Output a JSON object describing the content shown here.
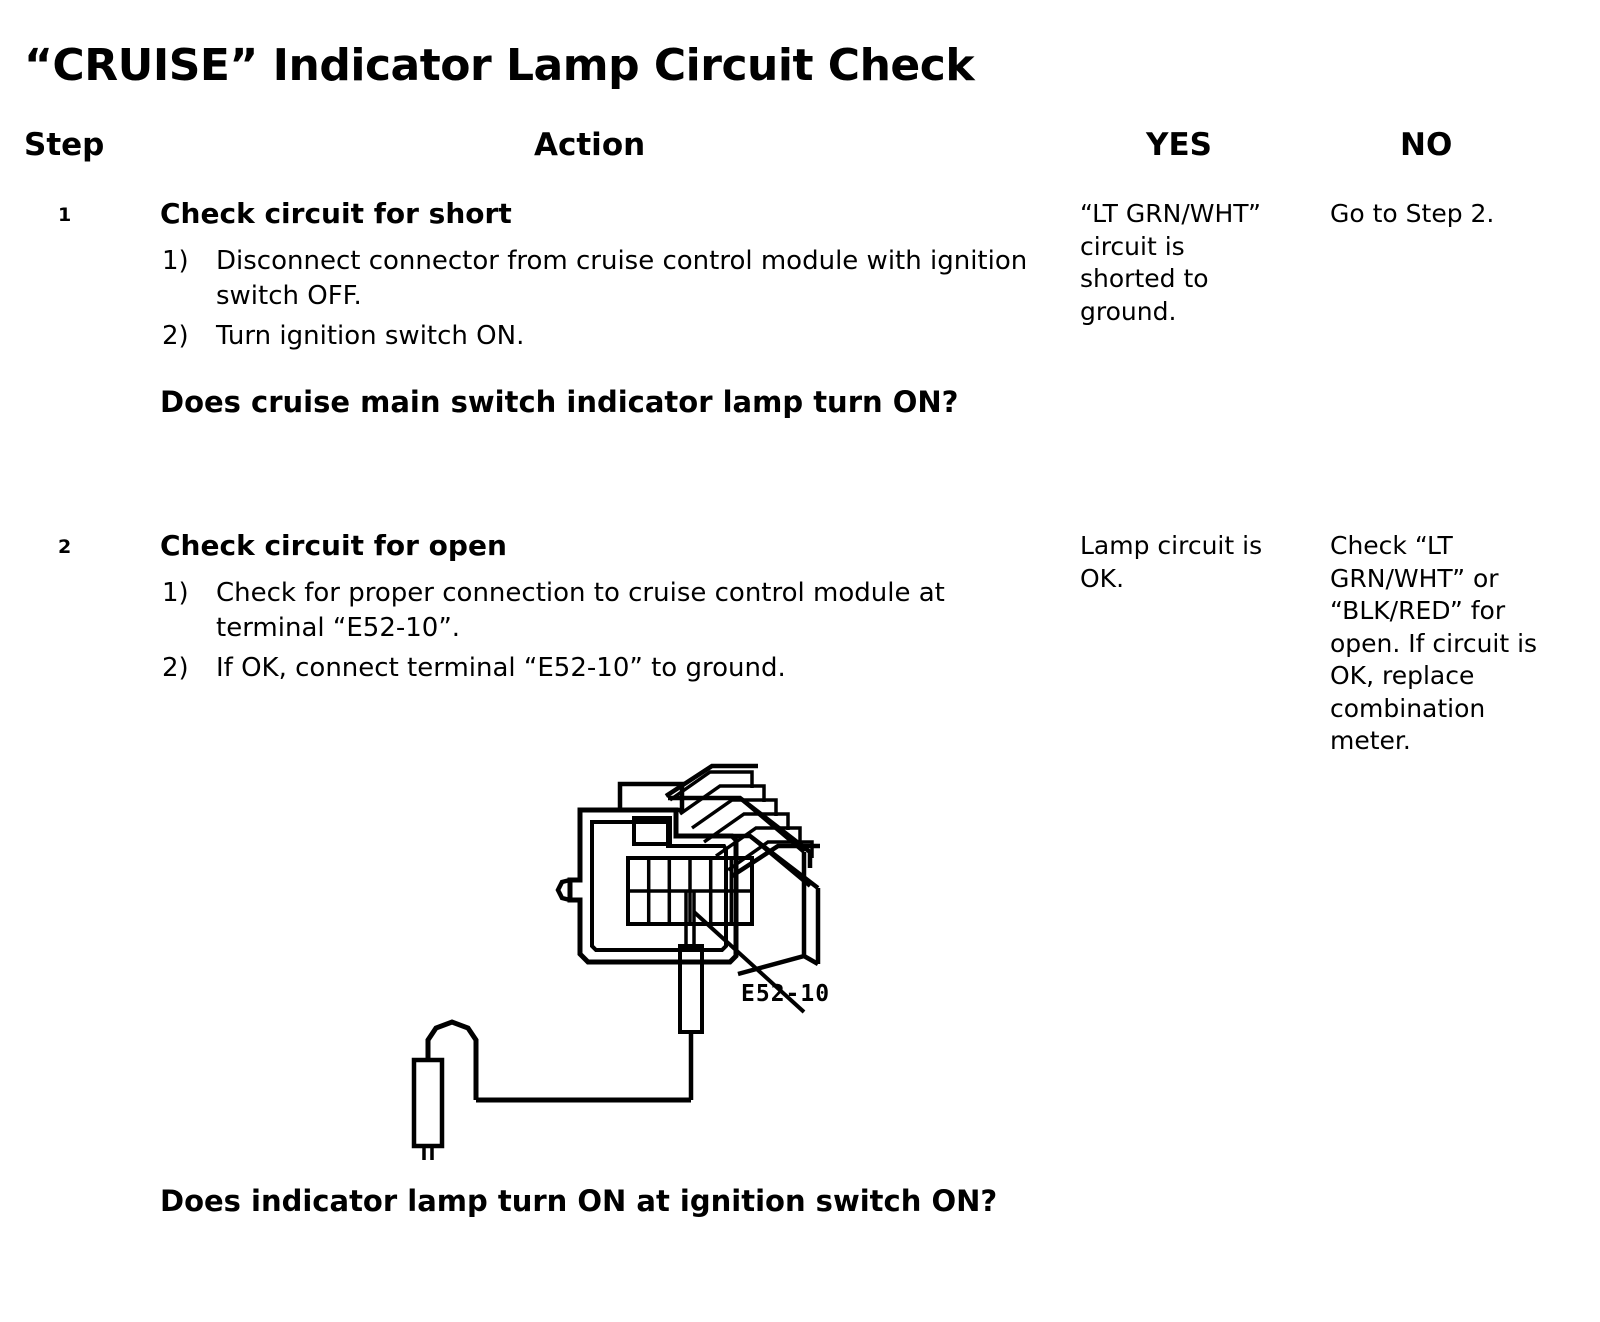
{
  "document": {
    "title": "“CRUISE” Indicator Lamp Circuit Check",
    "type": "diagnostic-flow-table"
  },
  "table": {
    "headers": {
      "step": "Step",
      "action": "Action",
      "yes": "YES",
      "no": "NO"
    },
    "rows": [
      {
        "step": "1",
        "action_title": "Check circuit for short",
        "substeps": [
          {
            "marker": "1)",
            "text": "Disconnect connector from cruise control module with ignition switch OFF."
          },
          {
            "marker": "2)",
            "text": "Turn ignition switch ON."
          }
        ],
        "question": "Does cruise main switch indicator lamp turn ON?",
        "yes": "“LT GRN/WHT” circuit is shorted to ground.",
        "no": "Go to Step 2."
      },
      {
        "step": "2",
        "action_title": "Check circuit for open",
        "substeps": [
          {
            "marker": "1)",
            "text": "Check for proper connection to cruise control module at terminal “E52-10”."
          },
          {
            "marker": "2)",
            "text": "If OK, connect terminal “E52-10” to ground."
          }
        ],
        "question": "Does indicator lamp turn ON at ignition switch ON?",
        "yes": "Lamp circuit is OK.",
        "no": "Check “LT GRN/WHT” or “BLK/RED” for open. If circuit is OK, replace combination meter."
      }
    ]
  },
  "figure": {
    "name": "connector-terminal-ground-test-diagram",
    "terminal_label": "E52-10",
    "connector": {
      "pin_columns": 6,
      "pin_rows": 2,
      "total_pins": 12
    },
    "line_color": "#000000",
    "fill_color": "#ffffff"
  }
}
